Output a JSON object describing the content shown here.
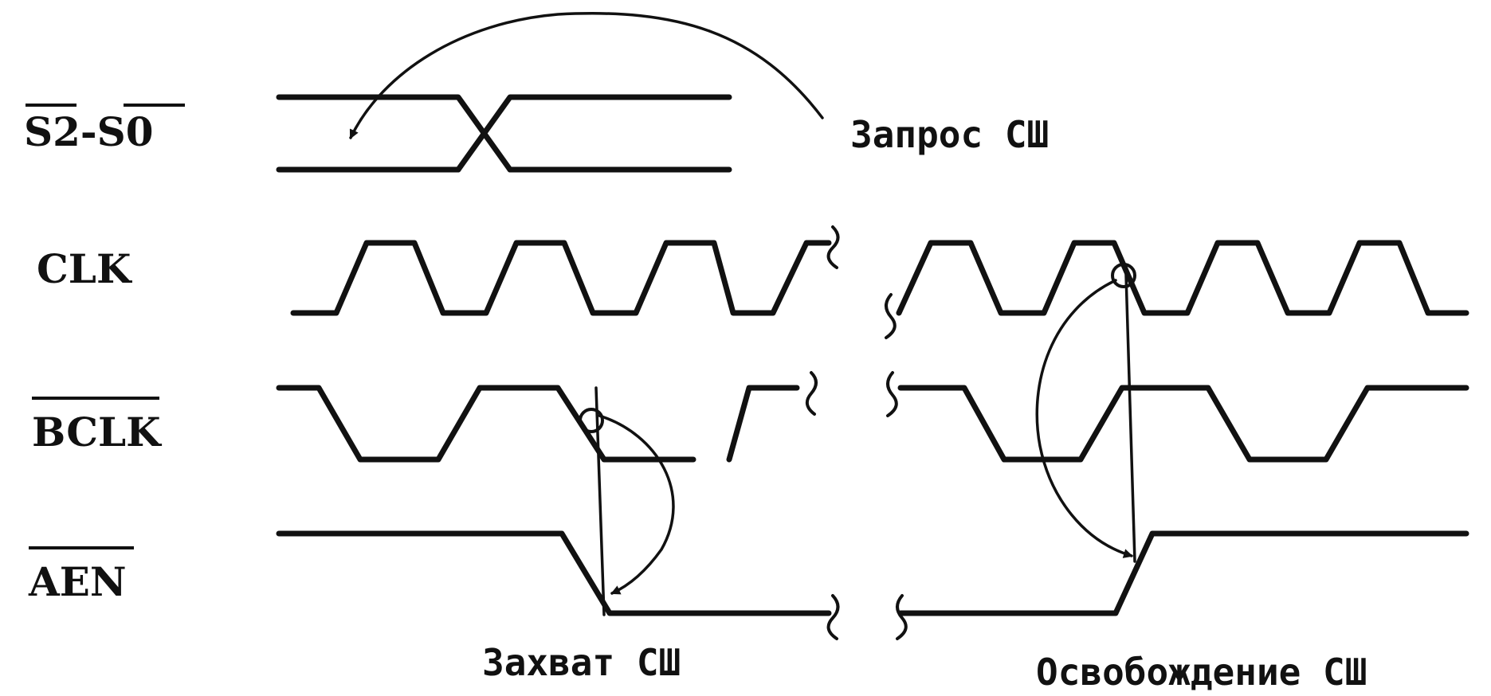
{
  "signals": [
    {
      "id": "s2s0",
      "label": "S2-S0",
      "overline": true
    },
    {
      "id": "clk",
      "label": "CLK",
      "overline": false
    },
    {
      "id": "bclk",
      "label": "BCLK",
      "overline": true
    },
    {
      "id": "aen",
      "label": "AEN",
      "overline": true
    }
  ],
  "annotations": {
    "request": "Запрос СШ",
    "capture": "Захват СШ",
    "release": "Освобождение СШ"
  },
  "colors": {
    "stroke": "#111111",
    "background": "#ffffff"
  }
}
